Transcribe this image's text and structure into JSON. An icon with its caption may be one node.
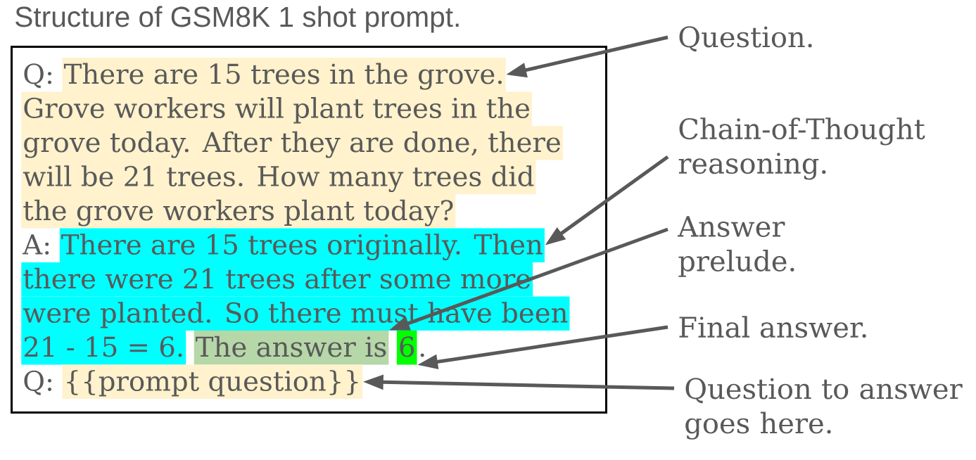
{
  "diagram": {
    "title": "Structure of GSM8K 1 shot prompt.",
    "nodes": [
      {
        "text": [],
        "shape": "box"
      },
      {
        "text": [
          "There are 15 trees in the grove. Grove workers will plant trees in the grove today. After they are done, there will be 21 trees. How many trees did the grove workers plant today?"
        ],
        "in": 0
      },
      {
        "text": [
          "There are 15 trees originally. Then there were 21 trees after some more were planted. So there must have been 21 - 15 = 6."
        ],
        "in": 0
      },
      {
        "text": [
          "The answer is"
        ],
        "in": 2
      },
      {
        "text": [
          "6"
        ],
        "in": 2
      },
      {
        "text": [
          "{{prompt question}}"
        ],
        "in": 0
      },
      {
        "text": [
          "Question."
        ]
      },
      {
        "text": [
          "Chain-of-Thought reasoning."
        ]
      },
      {
        "text": [
          "Answer prelude."
        ]
      },
      {
        "text": [
          "Final answer."
        ]
      },
      {
        "text": [
          "Question to answer goes here."
        ]
      }
    ],
    "edges": [
      {
        "from": 6,
        "to": 1,
        "arrow": "to"
      },
      {
        "from": 7,
        "to": 2,
        "arrow": "to"
      },
      {
        "from": 8,
        "to": 3,
        "arrow": "to"
      },
      {
        "from": 9,
        "to": 4,
        "arrow": "to"
      },
      {
        "from": 10,
        "to": 5,
        "arrow": "to"
      }
    ],
    "labels": [
      "Q:",
      "A:",
      ".",
      "Q:"
    ]
  }
}
